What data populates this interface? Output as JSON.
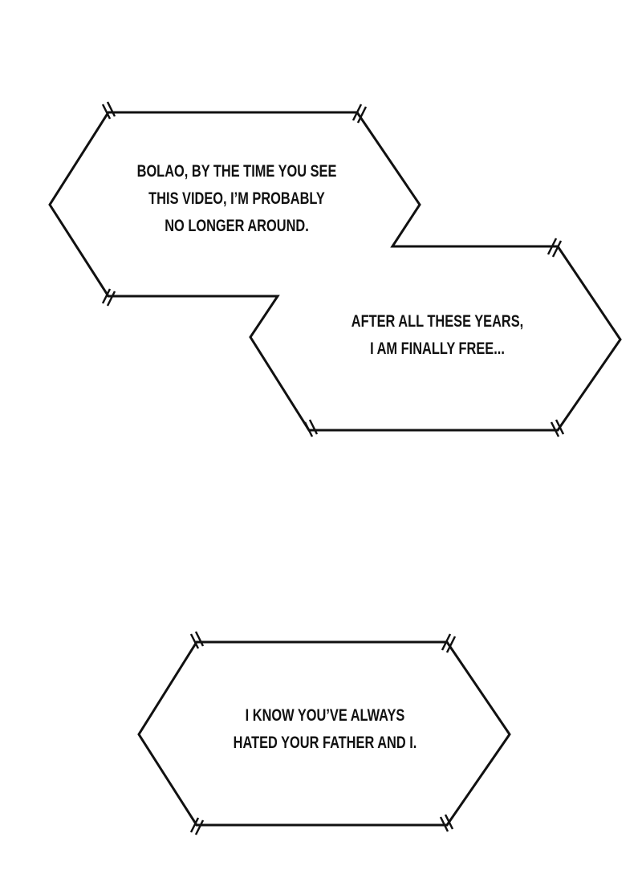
{
  "panel": {
    "colors": {
      "background": "#ffffff",
      "stroke": "#111111"
    },
    "bubbles": [
      {
        "lines": [
          "BOLAO, BY THE TIME YOU SEE",
          "THIS VIDEO, I’M PROBABLY",
          "NO LONGER AROUND."
        ]
      },
      {
        "lines": [
          "AFTER ALL THESE YEARS,",
          "I AM FINALLY FREE..."
        ]
      },
      {
        "lines": [
          "I KNOW YOU’VE ALWAYS",
          "HATED YOUR FATHER AND I."
        ]
      }
    ]
  }
}
